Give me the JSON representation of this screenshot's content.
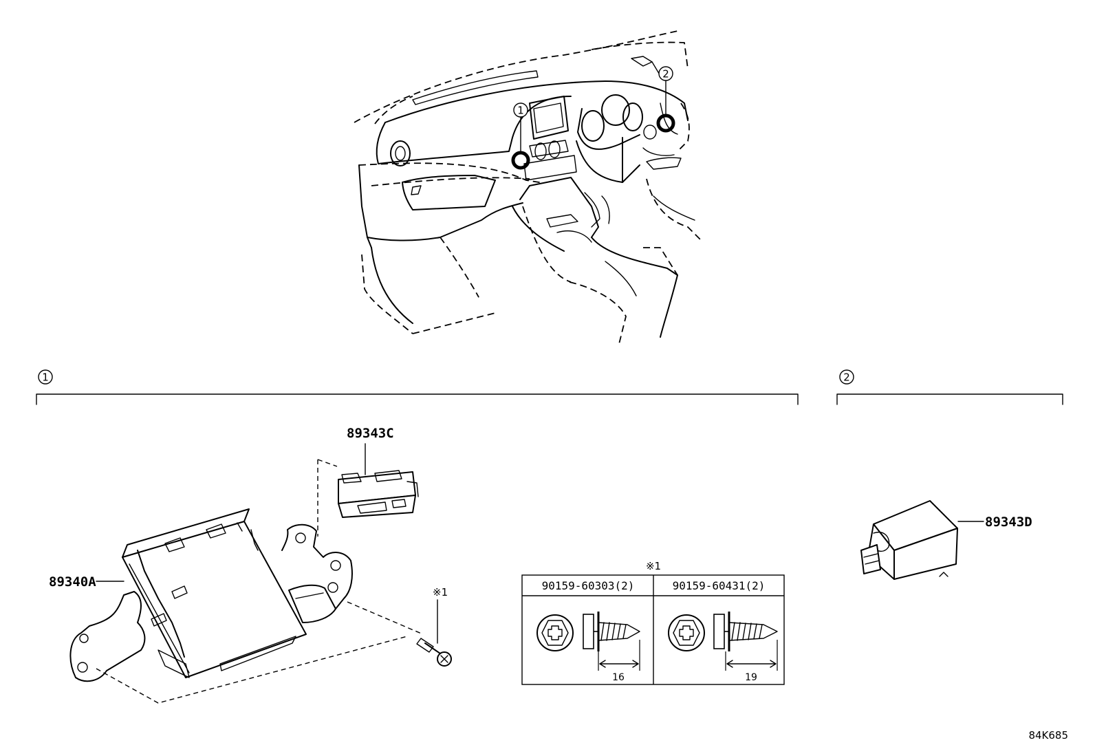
{
  "callouts": {
    "one": "1",
    "two": "2",
    "section_one": "1",
    "section_two": "2"
  },
  "parts": {
    "ecu": "89340A",
    "connector_c": "89343C",
    "sensor_d": "89343D"
  },
  "note_mark": "※1",
  "bolt_table": {
    "title": "※1",
    "columns": [
      {
        "part_no": "90159-60303(2)",
        "length": "16"
      },
      {
        "part_no": "90159-60431(2)",
        "length": "19"
      }
    ]
  },
  "diagram_code": "84K685"
}
